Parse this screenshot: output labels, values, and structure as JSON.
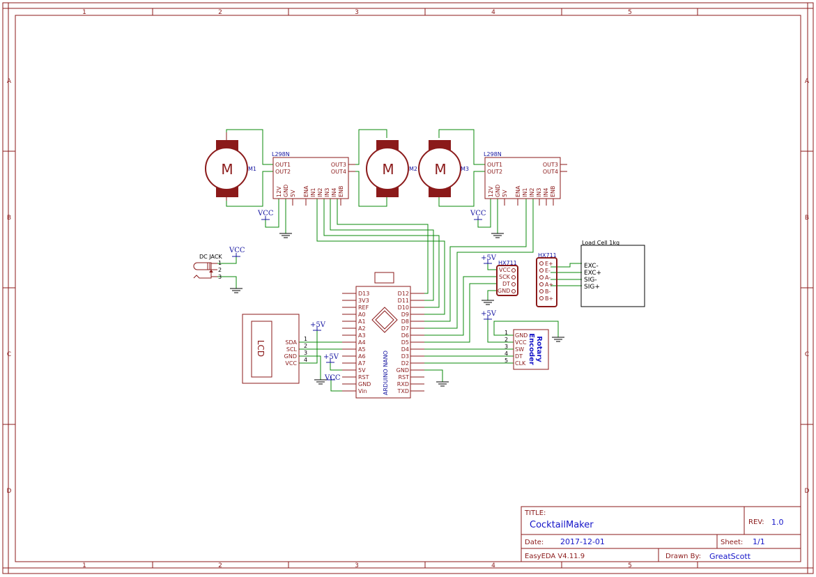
{
  "frame": {
    "columns": [
      "1",
      "2",
      "3",
      "4",
      "5"
    ],
    "rows": [
      "A",
      "B",
      "C",
      "D"
    ]
  },
  "title_block": {
    "title_label": "TITLE:",
    "title": "CocktailMaker",
    "rev_label": "REV:",
    "rev": "1.0",
    "date_label": "Date:",
    "date": "2017-12-01",
    "sheet_label": "Sheet:",
    "sheet": "1/1",
    "software": "EasyEDA V4.11.9",
    "drawn_label": "Drawn By:",
    "drawn_by": "GreatScott"
  },
  "motors": {
    "m1": "M1",
    "m2": "M2",
    "m3": "M3",
    "symbol": "M"
  },
  "driver": {
    "name": "L298N",
    "left_pins": [
      "OUT1",
      "OUT2"
    ],
    "right_pins": [
      "OUT3",
      "OUT4"
    ],
    "bottom_pins": [
      "12V",
      "GND",
      "5V",
      "ENA",
      "IN1",
      "IN2",
      "IN3",
      "IN4",
      "ENB"
    ]
  },
  "nets": {
    "vcc": "VCC",
    "p5v": "+5V"
  },
  "dc_jack": {
    "name": "DC JACK",
    "pins": [
      "1",
      "2",
      "3"
    ]
  },
  "lcd": {
    "name": "LCD",
    "pins": [
      "SDA",
      "SCL",
      "GND",
      "VCC"
    ],
    "pin_numbers": [
      "1",
      "2",
      "3",
      "4"
    ]
  },
  "arduino": {
    "name": "ARDUINO NANO",
    "left_pins": [
      "D13",
      "3V3",
      "REF",
      "A0",
      "A1",
      "A2",
      "A3",
      "A4",
      "A5",
      "A6",
      "A7",
      "5V",
      "RST",
      "GND",
      "Vin"
    ],
    "right_pins": [
      "D12",
      "D11",
      "D10",
      "D9",
      "D8",
      "D7",
      "D6",
      "D5",
      "D4",
      "D3",
      "D2",
      "GND",
      "RST",
      "RXD",
      "TXD"
    ]
  },
  "hx711_a": {
    "name": "HX711",
    "pins": [
      "VCC",
      "SCK",
      "DT",
      "GND"
    ]
  },
  "hx711_b": {
    "name": "HX711",
    "pins": [
      "E+",
      "E-",
      "A-",
      "A+",
      "B-",
      "B+"
    ]
  },
  "load_cell": {
    "name": "Load Cell 1kg",
    "pins": [
      "EXC-",
      "EXC+",
      "SIG-",
      "SIG+"
    ]
  },
  "encoder": {
    "name_line1": "Rotary",
    "name_line2": "Encoder",
    "pins": [
      "GND",
      "VCC",
      "SW",
      "DT",
      "CLK"
    ],
    "pin_numbers": [
      "1",
      "2",
      "3",
      "4",
      "5"
    ]
  }
}
